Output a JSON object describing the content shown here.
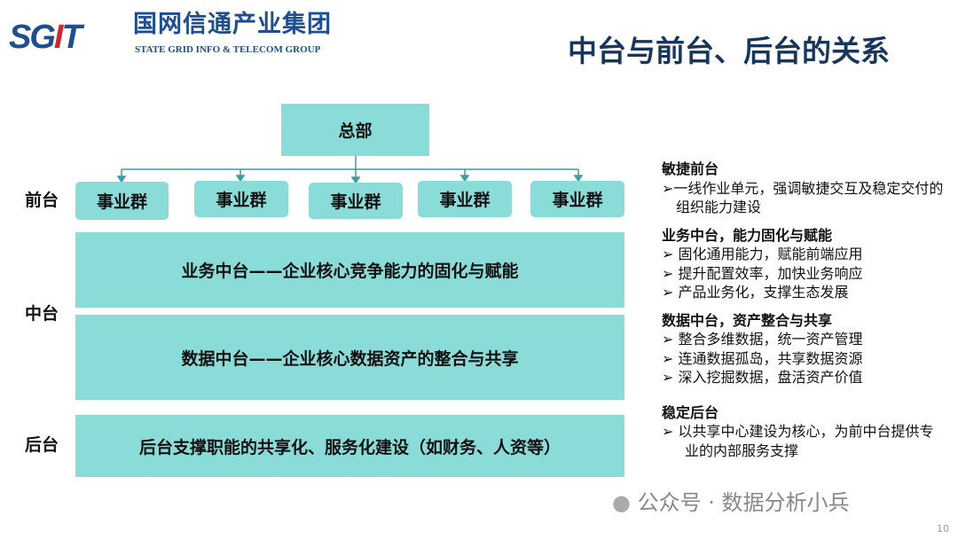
{
  "logo": {
    "mark": "SGIT",
    "cn": "国网信通产业集团",
    "en": "STATE GRID INFO & TELECOM GROUP"
  },
  "title": "中台与前台、后台的关系",
  "diagram": {
    "hq": "总部",
    "units": [
      "事业群",
      "事业群",
      "事业群",
      "事业群",
      "事业群"
    ],
    "row_labels": {
      "front": "前台",
      "middle": "中台",
      "back": "后台"
    },
    "business_mid": "业务中台——企业核心竞争能力的固化与赋能",
    "data_mid": "数据中台——企业核心数据资产的整合与共享",
    "back": "后台支撑职能的共享化、服务化建设（如财务、人资等）",
    "colors": {
      "box": "#8adcd8",
      "line": "#3a9fa0"
    }
  },
  "notes": [
    {
      "heading": "敏捷前台",
      "items": [
        "➢一线作业单元，强调敏捷交互及稳定交付的组织能力建设"
      ]
    },
    {
      "heading": "业务中台，能力固化与赋能",
      "items": [
        "➢  固化通用能力，赋能前端应用",
        "➢  提升配置效率，加快业务响应",
        "➢  产品业务化，支撑生态发展"
      ]
    },
    {
      "heading": "数据中台，资产整合与共享",
      "items": [
        "➢  整合多维数据，统一资产管理",
        "➢  连通数据孤岛，共享数据资源",
        "➢  深入挖掘数据，盘活资产价值"
      ]
    },
    {
      "heading": "稳定后台",
      "items": [
        "➢  以共享中心建设为核心，为前中台提供专业的内部服务支撑"
      ]
    }
  ],
  "watermark": "公众号 · 数据分析小兵",
  "page_number": "10"
}
